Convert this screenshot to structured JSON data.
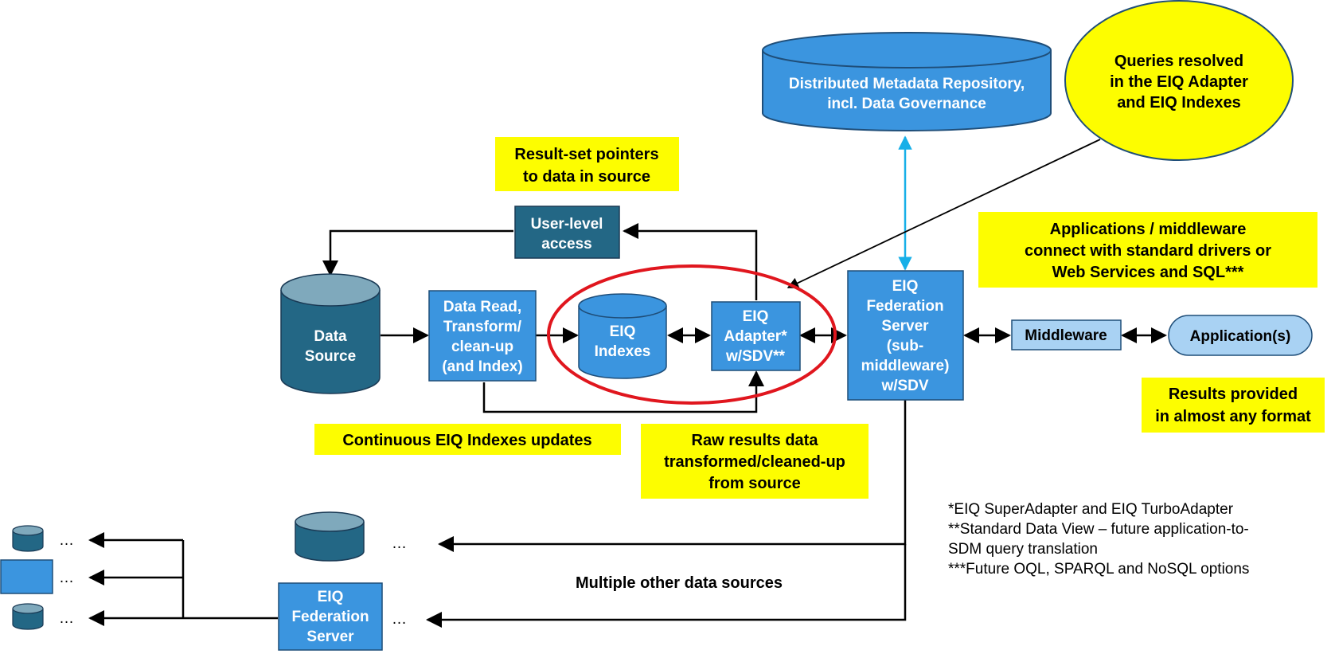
{
  "colors": {
    "blue": "#3b95df",
    "light_blue": "#a9d2f3",
    "dark_teal": "#236785",
    "teal_top": "#7fa9bc",
    "note_yellow": "#fdfd00",
    "highlight_red": "#e0161e",
    "link_cyan": "#17afe8"
  },
  "nodes": {
    "metadata_repo": [
      "Distributed Metadata Repository,",
      "incl. Data Governance"
    ],
    "queries_bubble": [
      "Queries resolved",
      "in the EIQ Adapter",
      "and EIQ Indexes"
    ],
    "user_access": [
      "User-level",
      "access"
    ],
    "data_source": [
      "Data",
      "Source"
    ],
    "data_read": [
      "Data Read,",
      "Transform/",
      "clean-up",
      "(and Index)"
    ],
    "eiq_indexes": [
      "EIQ",
      "Indexes"
    ],
    "eiq_adapter": [
      "EIQ",
      "Adapter*",
      "w/SDV**"
    ],
    "federation_server": [
      "EIQ",
      "Federation",
      "Server",
      "(sub-",
      "middleware)",
      "w/SDV"
    ],
    "middleware": "Middleware",
    "applications": "Application(s)",
    "federation_server_small": [
      "EIQ",
      "Federation",
      "Server"
    ]
  },
  "notes": {
    "result_pointers": [
      "Result-set pointers",
      "to data in source"
    ],
    "apps_connect": [
      "Applications / middleware",
      "connect with standard drivers or",
      "Web Services and SQL***"
    ],
    "results_format": [
      "Results provided",
      "in almost any format"
    ],
    "continuous_updates": "Continuous EIQ Indexes updates",
    "raw_results": [
      "Raw results data",
      "transformed/cleaned-up",
      "from source"
    ]
  },
  "labels": {
    "multiple_sources": "Multiple other data sources",
    "ellipsis": "…"
  },
  "footnotes": [
    "*EIQ SuperAdapter and EIQ TurboAdapter",
    "**Standard Data View – future application-to-",
    "SDM query translation",
    "***Future OQL, SPARQL and NoSQL options"
  ]
}
